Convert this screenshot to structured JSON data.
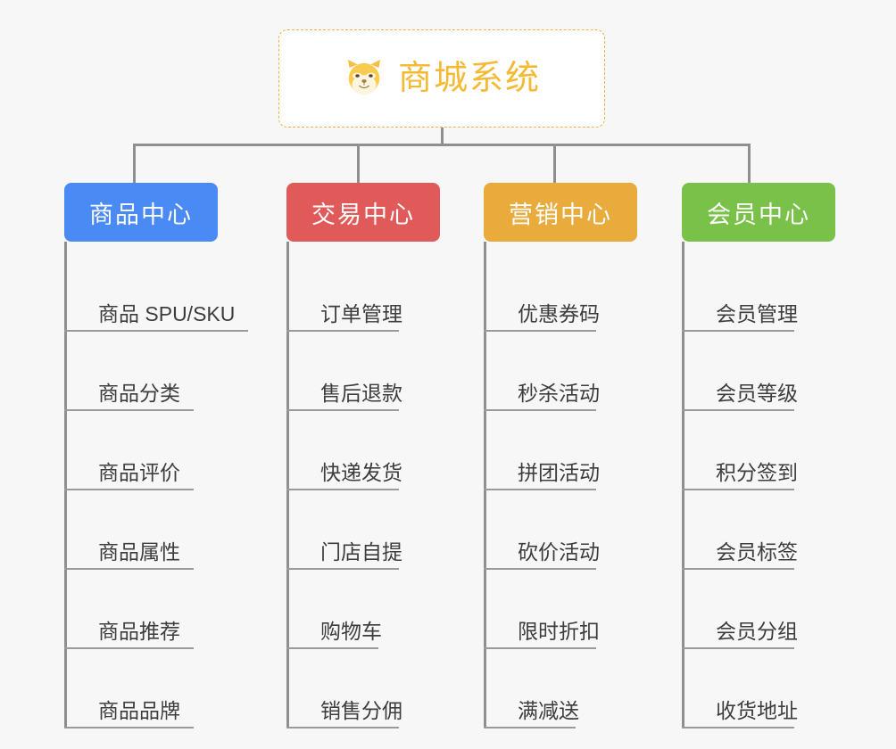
{
  "page": {
    "background_color": "#f7f7f7",
    "diagram_type": "mindmap"
  },
  "root": {
    "title": "商城系统",
    "icon": "shiba-dog-icon",
    "text_color": "#f5ba35",
    "border_color": "#f0b040",
    "background_color": "#ffffff"
  },
  "connector": {
    "color": "#8f8f8f"
  },
  "categories": [
    {
      "label": "商品中心",
      "color": "#4a8af4",
      "items": [
        {
          "label": "商品 SPU/SKU",
          "underline_width": 206
        },
        {
          "label": "商品分类",
          "underline_width": 145
        },
        {
          "label": "商品评价",
          "underline_width": 145
        },
        {
          "label": "商品属性",
          "underline_width": 145
        },
        {
          "label": "商品推荐",
          "underline_width": 145
        },
        {
          "label": "商品品牌",
          "underline_width": 145
        }
      ]
    },
    {
      "label": "交易中心",
      "color": "#e05a5a",
      "items": [
        {
          "label": "订单管理",
          "underline_width": 126
        },
        {
          "label": "售后退款",
          "underline_width": 126
        },
        {
          "label": "快递发货",
          "underline_width": 126
        },
        {
          "label": "门店自提",
          "underline_width": 126
        },
        {
          "label": "购物车",
          "underline_width": 103
        },
        {
          "label": "销售分佣",
          "underline_width": 126
        }
      ]
    },
    {
      "label": "营销中心",
      "color": "#e8ab3c",
      "items": [
        {
          "label": "优惠券码",
          "underline_width": 126
        },
        {
          "label": "秒杀活动",
          "underline_width": 126
        },
        {
          "label": "拼团活动",
          "underline_width": 126
        },
        {
          "label": "砍价活动",
          "underline_width": 126
        },
        {
          "label": "限时折扣",
          "underline_width": 126
        },
        {
          "label": "满减送",
          "underline_width": 103
        }
      ]
    },
    {
      "label": "会员中心",
      "color": "#76c martial"
    }
  ],
  "chart_data": null
}
